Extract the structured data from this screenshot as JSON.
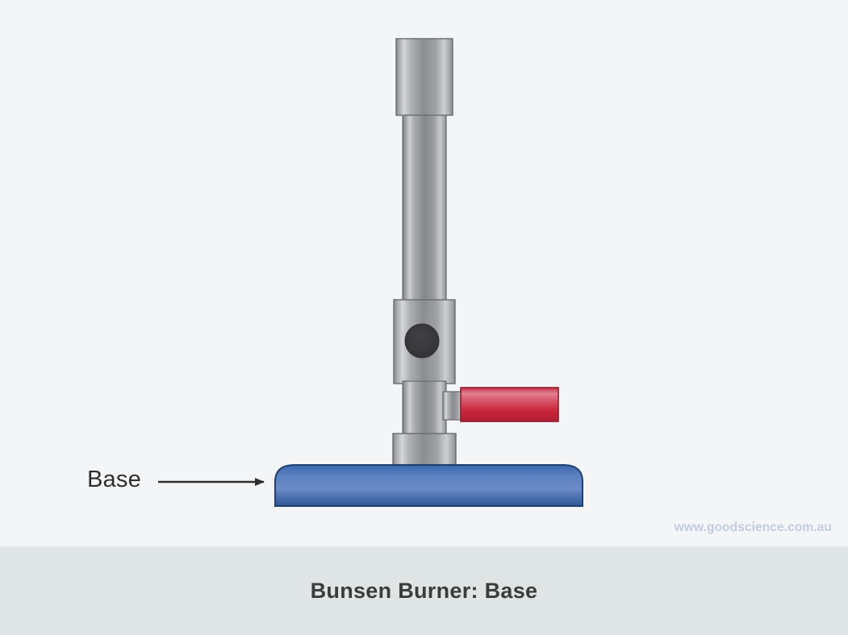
{
  "figure": {
    "caption": "Bunsen Burner: Base",
    "watermark": "www.goodscience.com.au",
    "background_color": "#f4f5f7",
    "caption_bar_color": "#dfe4e4"
  },
  "annotation": {
    "label": "Base",
    "pointer": "arrow-right",
    "pointer_target": "burner-base"
  },
  "diagram": {
    "title": "bunsen-burner",
    "parts": [
      {
        "name": "barrel-top-collar",
        "label": "Barrel Top Collar",
        "color_light": "#e8e8e8",
        "color_mid": "#8e9094",
        "color_dark": "#6e7074"
      },
      {
        "name": "barrel",
        "label": "Barrel",
        "color_light": "#e4e4e4",
        "color_mid": "#8c8e92",
        "color_dark": "#646668"
      },
      {
        "name": "air-hole-collar",
        "label": "Air Hole Collar",
        "color_light": "#e8e8e8",
        "color_mid": "#8e9094",
        "color_dark": "#6a6c70"
      },
      {
        "name": "air-hole",
        "label": "Air Hole",
        "color": "#3a3a3a"
      },
      {
        "name": "gas-inlet",
        "label": "Gas Inlet",
        "color_light": "#e8717f",
        "color_mid": "#d33d50",
        "color_dark": "#b32639"
      },
      {
        "name": "gas-inlet-stub",
        "label": "Gas Inlet Stub",
        "color": "#8c8e92"
      },
      {
        "name": "collar-neck",
        "label": "Collar Neck",
        "color_light": "#dedede",
        "color_mid": "#8e9094"
      },
      {
        "name": "base",
        "label": "Base",
        "color_light": "#7291c9",
        "color_mid": "#4a74b6",
        "color_dark": "#2d5696"
      }
    ]
  }
}
